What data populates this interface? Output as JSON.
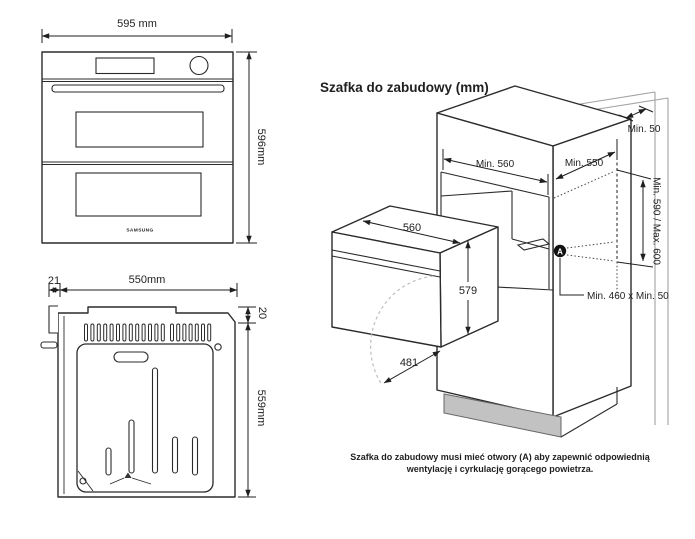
{
  "front_view": {
    "width_label": "595 mm",
    "height_label": "596mm",
    "brand": "SAMSUNG"
  },
  "back_view": {
    "side_offset_label": "21",
    "width_label": "550mm",
    "top_offset_label": "20",
    "height_label": "559mm"
  },
  "cabinet_diagram": {
    "title": "Szafka do zabudowy (mm)",
    "rear_gap_label": "Min. 50",
    "inner_width_label": "Min. 560",
    "depth_label": "Min. 550",
    "niche_height_label": "Min. 590 / Max. 600",
    "vent_marker": "A",
    "vent_opening_label": "Min. 460 x Min. 50",
    "oven_width_label": "560",
    "oven_height_label": "579",
    "door_swing_label": "481",
    "note_line1": "Szafka do zabudowy musi mieć otwory (A) aby zapewnić odpowiednią",
    "note_line2": "wentylację i cyrkulację gorącego powietrza."
  },
  "colors": {
    "line": "#2b2b2b",
    "dim": "#1f1f1f",
    "wall": "#a3a3a3",
    "plinth": "#c2c2c2",
    "arc": "#bdbdbd",
    "marker": "#111111"
  }
}
